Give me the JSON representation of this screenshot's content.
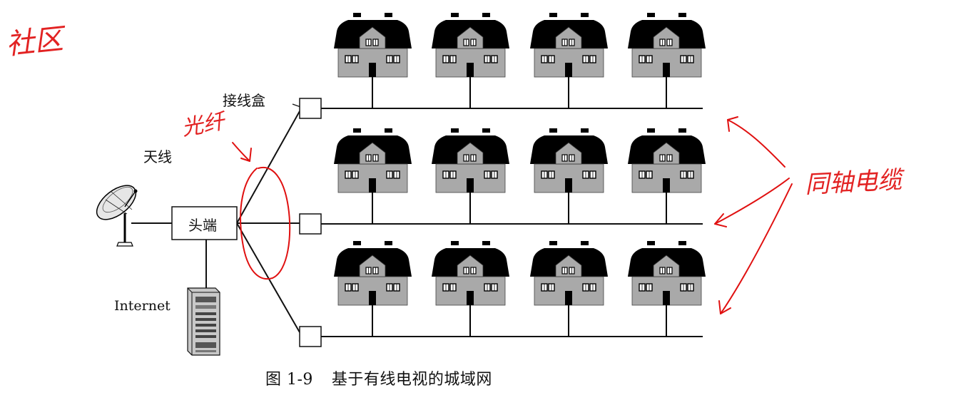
{
  "labels": {
    "antenna": "天线",
    "headend": "头端",
    "junction_box": "接线盒",
    "internet": "Internet"
  },
  "caption": {
    "number": "图 1-9",
    "title": "基于有线电视的城域网"
  },
  "handwritten": {
    "top_left": "社区",
    "fiber": "光纤",
    "coax": "同轴电缆"
  },
  "colors": {
    "ink": "#111111",
    "house_roof": "#000000",
    "house_wall": "#a9a9a9",
    "annotation": "#e01010"
  }
}
